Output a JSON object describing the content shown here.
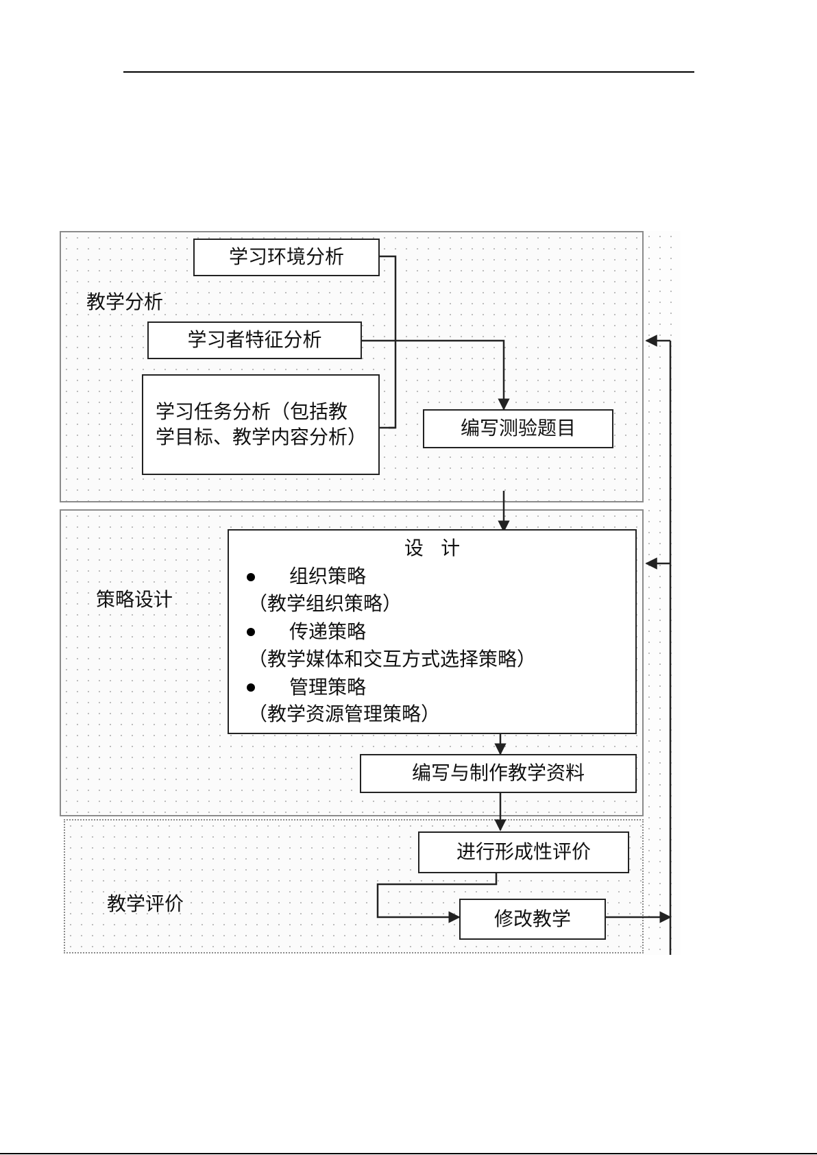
{
  "regions": {
    "analysis": "教学分析",
    "strategy": "策略设计",
    "evaluation": "教学评价"
  },
  "boxes": {
    "environment": "学习环境分析",
    "learner": "学习者特征分析",
    "task": "学习任务分析（包括教学目标、教学内容分析）",
    "test_items": "编写测验题目",
    "design": {
      "title": "设计",
      "items": [
        {
          "label": "组织策略",
          "detail": "（教学组织策略）"
        },
        {
          "label": "传递策略",
          "detail": "（教学媒体和交互方式选择策略）"
        },
        {
          "label": "管理策略",
          "detail": "（教学资源管理策略）"
        }
      ]
    },
    "materials": "编写与制作教学资料",
    "formative": "进行形成性评价",
    "revise": "修改教学"
  }
}
